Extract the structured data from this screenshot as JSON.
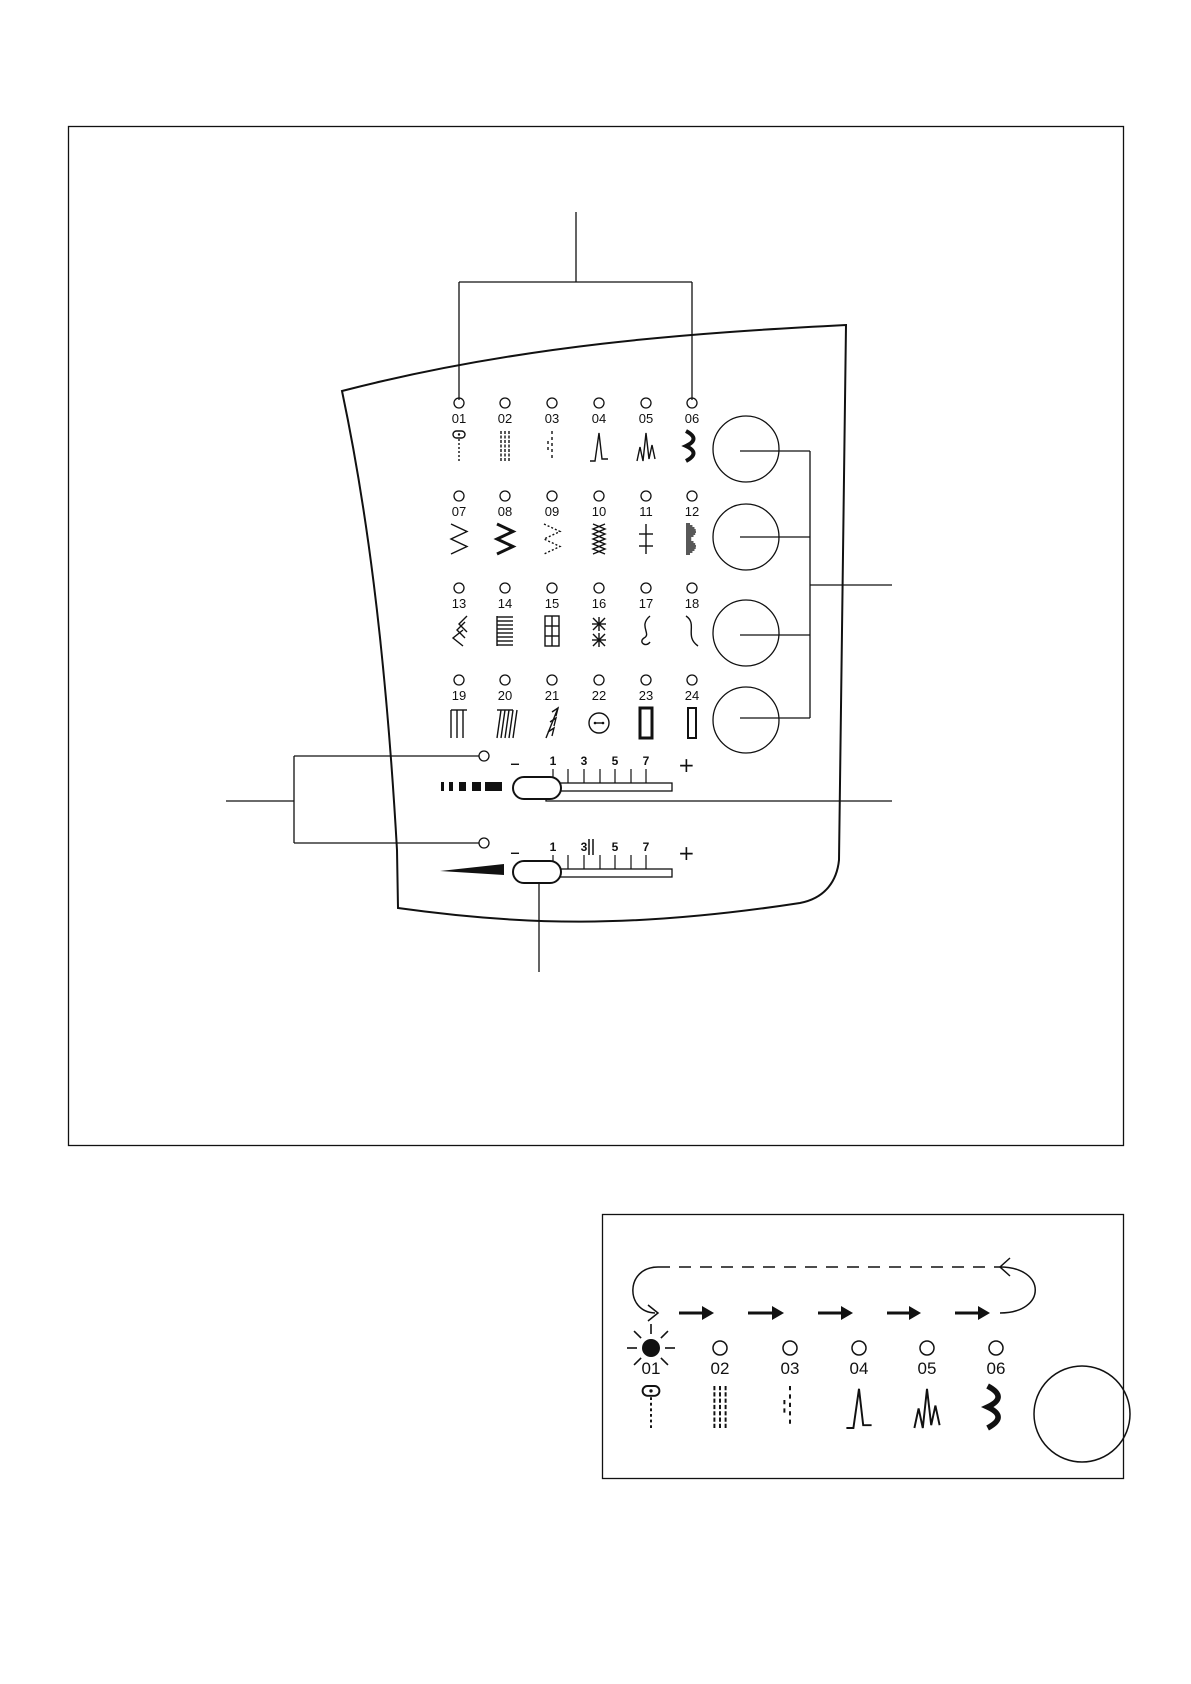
{
  "main_panel": {
    "stitches": [
      {
        "num": "01",
        "icon": "buttonhole-straight-icon"
      },
      {
        "num": "02",
        "icon": "triple-straight-icon"
      },
      {
        "num": "03",
        "icon": "dashed-straight-icon"
      },
      {
        "num": "04",
        "icon": "blind-hem-icon"
      },
      {
        "num": "05",
        "icon": "stretch-blind-icon"
      },
      {
        "num": "06",
        "icon": "scallop-icon"
      },
      {
        "num": "07",
        "icon": "zigzag-icon"
      },
      {
        "num": "08",
        "icon": "heavy-zigzag-icon"
      },
      {
        "num": "09",
        "icon": "multi-zigzag-icon"
      },
      {
        "num": "10",
        "icon": "cross-stitch-icon"
      },
      {
        "num": "11",
        "icon": "ladder-icon"
      },
      {
        "num": "12",
        "icon": "satin-scallop-icon"
      },
      {
        "num": "13",
        "icon": "feather-icon"
      },
      {
        "num": "14",
        "icon": "comb-icon"
      },
      {
        "num": "15",
        "icon": "box-ladder-icon"
      },
      {
        "num": "16",
        "icon": "star-icon"
      },
      {
        "num": "17",
        "icon": "leaf-icon"
      },
      {
        "num": "18",
        "icon": "wave-icon"
      },
      {
        "num": "19",
        "icon": "overlock-icon"
      },
      {
        "num": "20",
        "icon": "slant-overlock-icon"
      },
      {
        "num": "21",
        "icon": "arrow-zigzag-icon"
      },
      {
        "num": "22",
        "icon": "button-sew-icon"
      },
      {
        "num": "23",
        "icon": "buttonhole-wide-icon"
      },
      {
        "num": "24",
        "icon": "buttonhole-narrow-icon"
      }
    ],
    "length_slider": {
      "minus": "–",
      "plus": "+",
      "ticks": [
        "1",
        "3",
        "5",
        "7"
      ],
      "value": 1
    },
    "width_slider": {
      "minus": "–",
      "plus": "+",
      "ticks": [
        "1",
        "3",
        "5",
        "7"
      ],
      "value": 1
    }
  },
  "sequence_panel": {
    "stitches": [
      "01",
      "02",
      "03",
      "04",
      "05",
      "06"
    ],
    "active_index": 0
  }
}
